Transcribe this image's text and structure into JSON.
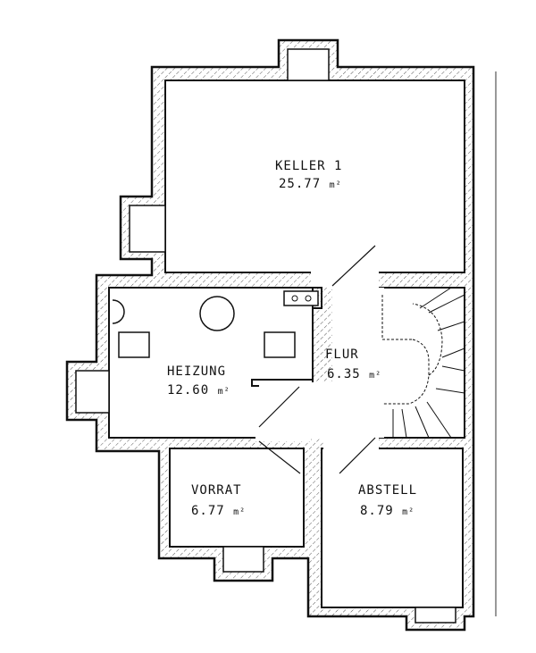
{
  "rooms": [
    {
      "name": "KELLER 1",
      "area": "25.77",
      "unit": "m²"
    },
    {
      "name": "HEIZUNG",
      "area": "12.60",
      "unit": "m²"
    },
    {
      "name": "FLUR",
      "area": "6.35",
      "unit": "m²"
    },
    {
      "name": "VORRAT",
      "area": "6.77",
      "unit": "m²"
    },
    {
      "name": "ABSTELL",
      "area": "8.79",
      "unit": "m²"
    }
  ],
  "colors": {
    "line": "#111111",
    "background": "#ffffff"
  }
}
